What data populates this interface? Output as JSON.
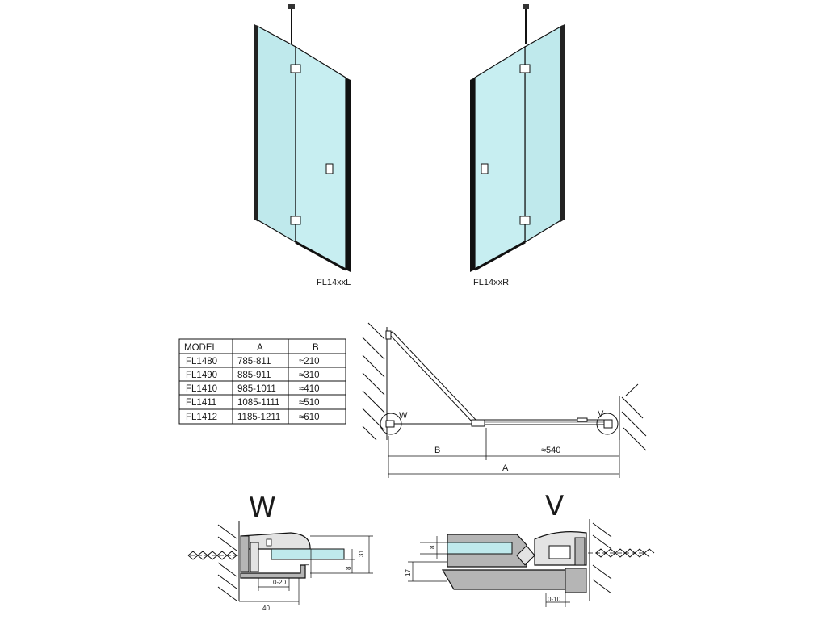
{
  "doors": {
    "left_label": "FL14xxL",
    "right_label": "FL14xxR"
  },
  "table": {
    "headers": [
      "MODEL",
      "A",
      "B"
    ],
    "rows": [
      [
        "FL1480",
        "785-811",
        "≈210"
      ],
      [
        "FL1490",
        "885-911",
        "≈310"
      ],
      [
        "FL1410",
        "985-1011",
        "≈410"
      ],
      [
        "FL1411",
        "1085-1111",
        "≈510"
      ],
      [
        "FL1412",
        "1185-1211",
        "≈610"
      ]
    ]
  },
  "plan": {
    "point_w": "W",
    "point_v": "V",
    "dim_b": "B",
    "dim_540": "≈540",
    "dim_a": "A"
  },
  "detail_w": {
    "title": "W",
    "dims": {
      "d31": "31",
      "d11": "11",
      "d8": "8",
      "d0_20": "0-20",
      "d40": "40"
    }
  },
  "detail_v": {
    "title": "V",
    "dims": {
      "d8": "8",
      "d17": "17",
      "d0_10": "0-10"
    }
  },
  "colors": {
    "glass": "#bfe9ec",
    "glass_dark": "#9fd6dc",
    "frame": "#111111",
    "profile_gray": "#b5b5b5",
    "profile_light": "#e3e3e3"
  }
}
